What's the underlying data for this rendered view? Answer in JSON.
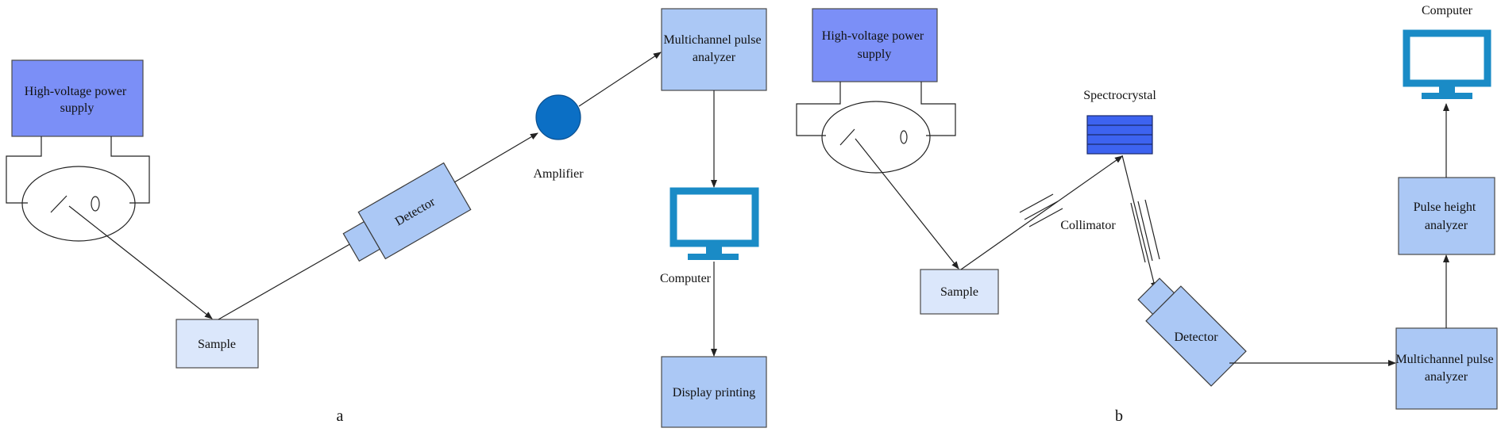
{
  "panel_a": {
    "caption": "a",
    "power_supply": [
      "High-voltage power",
      "supply"
    ],
    "sample": "Sample",
    "detector": "Detector",
    "amplifier": "Amplifier",
    "analyzer": [
      "Multichannel pulse",
      "analyzer"
    ],
    "computer": "Computer",
    "display": "Display printing"
  },
  "panel_b": {
    "caption": "b",
    "power_supply": [
      "High-voltage power",
      "supply"
    ],
    "sample": "Sample",
    "spectrocrystal": "Spectrocrystal",
    "collimator": "Collimator",
    "detector": "Detector",
    "analyzer": [
      "Multichannel pulse",
      "analyzer"
    ],
    "pulse_height": [
      "Pulse height",
      "analyzer"
    ],
    "computer": "Computer"
  },
  "colors": {
    "power_supply_fill": "#7b8ff7",
    "box_fill": "#abc8f5",
    "sample_fill": "#dbe7fb",
    "amplifier_fill": "#0b6fc5",
    "spectrocrystal_fill": "#3d63f0",
    "monitor": "#1a8bc6"
  }
}
